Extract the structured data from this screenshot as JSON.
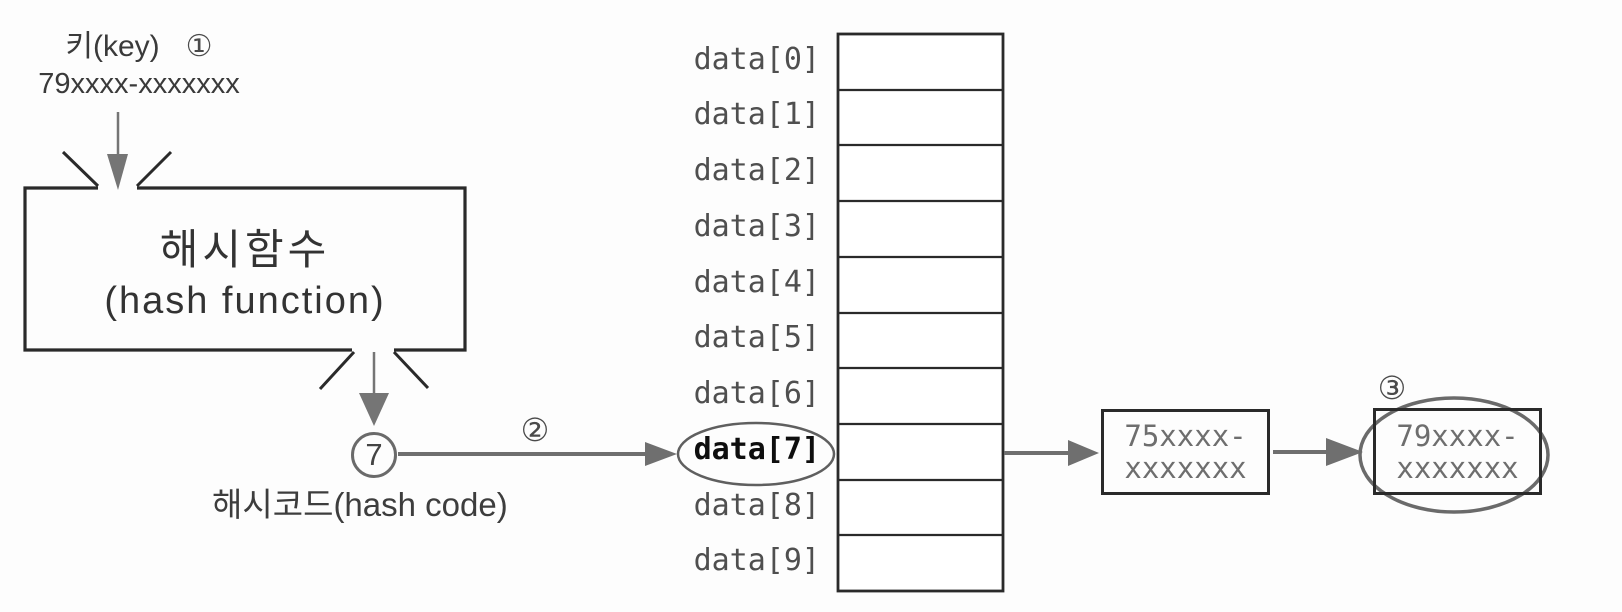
{
  "figure": {
    "key": {
      "label": "키(key)",
      "badge": "①",
      "value": "79xxxx-xxxxxxx"
    },
    "hash_function": {
      "name_ko": "해시함수",
      "name_en": "(hash function)"
    },
    "hash_code": {
      "value": "7",
      "label": "해시코드(hash code)",
      "badge": "②"
    },
    "hash_table": {
      "slot_labels": [
        "data[0]",
        "data[1]",
        "data[2]",
        "data[3]",
        "data[4]",
        "data[5]",
        "data[6]",
        "data[7]",
        "data[8]",
        "data[9]"
      ],
      "highlighted_index": 7
    },
    "chain": {
      "bucket1": {
        "line1": "75xxxx-",
        "line2": "xxxxxxx"
      },
      "bucket2": {
        "line1": "79xxxx-",
        "line2": "xxxxxxx",
        "badge": "③"
      }
    },
    "colors": {
      "ink": "#2a2a2a",
      "arrow": "#757575",
      "ellipse": "#6a6a6a",
      "background": "#fdfdfd"
    }
  }
}
